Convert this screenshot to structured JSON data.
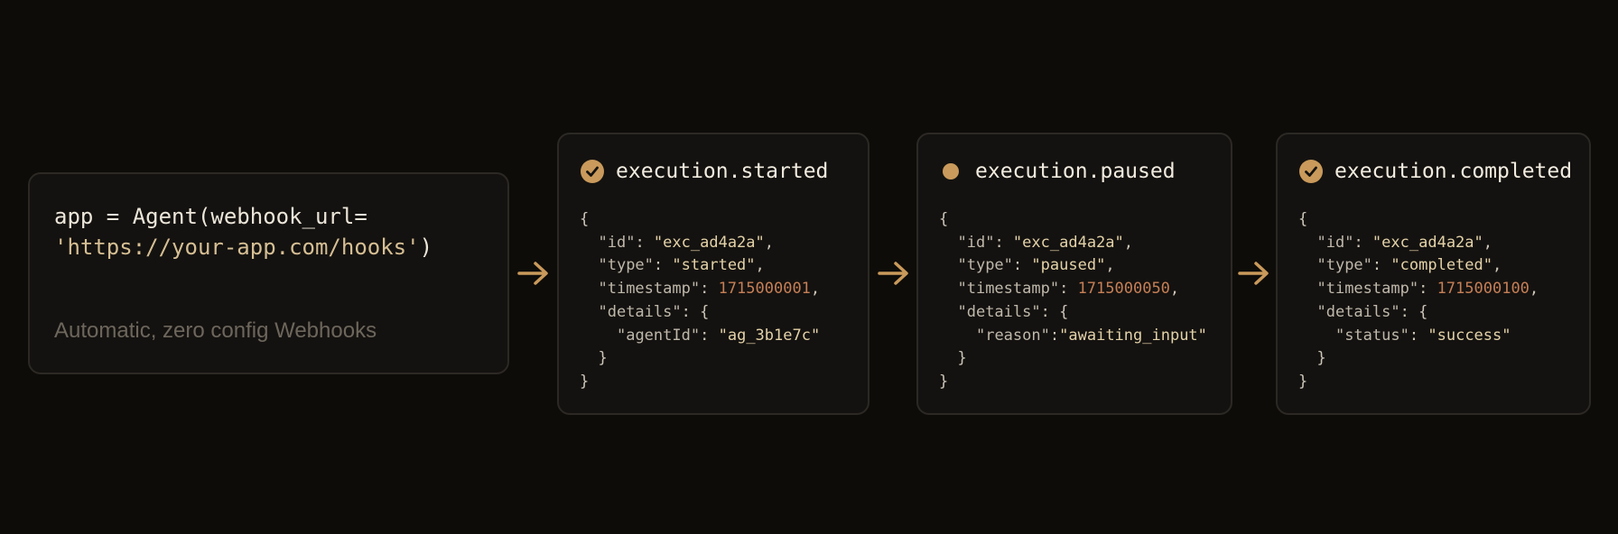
{
  "code_card": {
    "line1": "app = Agent(webhook_url=",
    "line2_str": "'https://your-app.com/hooks'",
    "line2_close": ")",
    "caption": "Automatic, zero config Webhooks"
  },
  "colors": {
    "background": "#0e0c09",
    "card": "#141210",
    "accent": "#c99a5b",
    "string": "#e3d2a8",
    "number": "#c57f56"
  },
  "events": [
    {
      "title": "execution.started",
      "icon": "check-circle-icon",
      "id": "exc_ad4a2a",
      "type": "started",
      "timestamp": "1715000001",
      "detail_key": "agentId",
      "detail_value": "ag_3b1e7c"
    },
    {
      "title": "execution.paused",
      "icon": "dot-icon",
      "id": "exc_ad4a2a",
      "type": "paused",
      "timestamp": "1715000050",
      "detail_key": "reason",
      "detail_value": "awaiting_input"
    },
    {
      "title": "execution.completed",
      "icon": "check-circle-icon",
      "id": "exc_ad4a2a",
      "type": "completed",
      "timestamp": "1715000100",
      "detail_key": "status",
      "detail_value": "success"
    }
  ]
}
